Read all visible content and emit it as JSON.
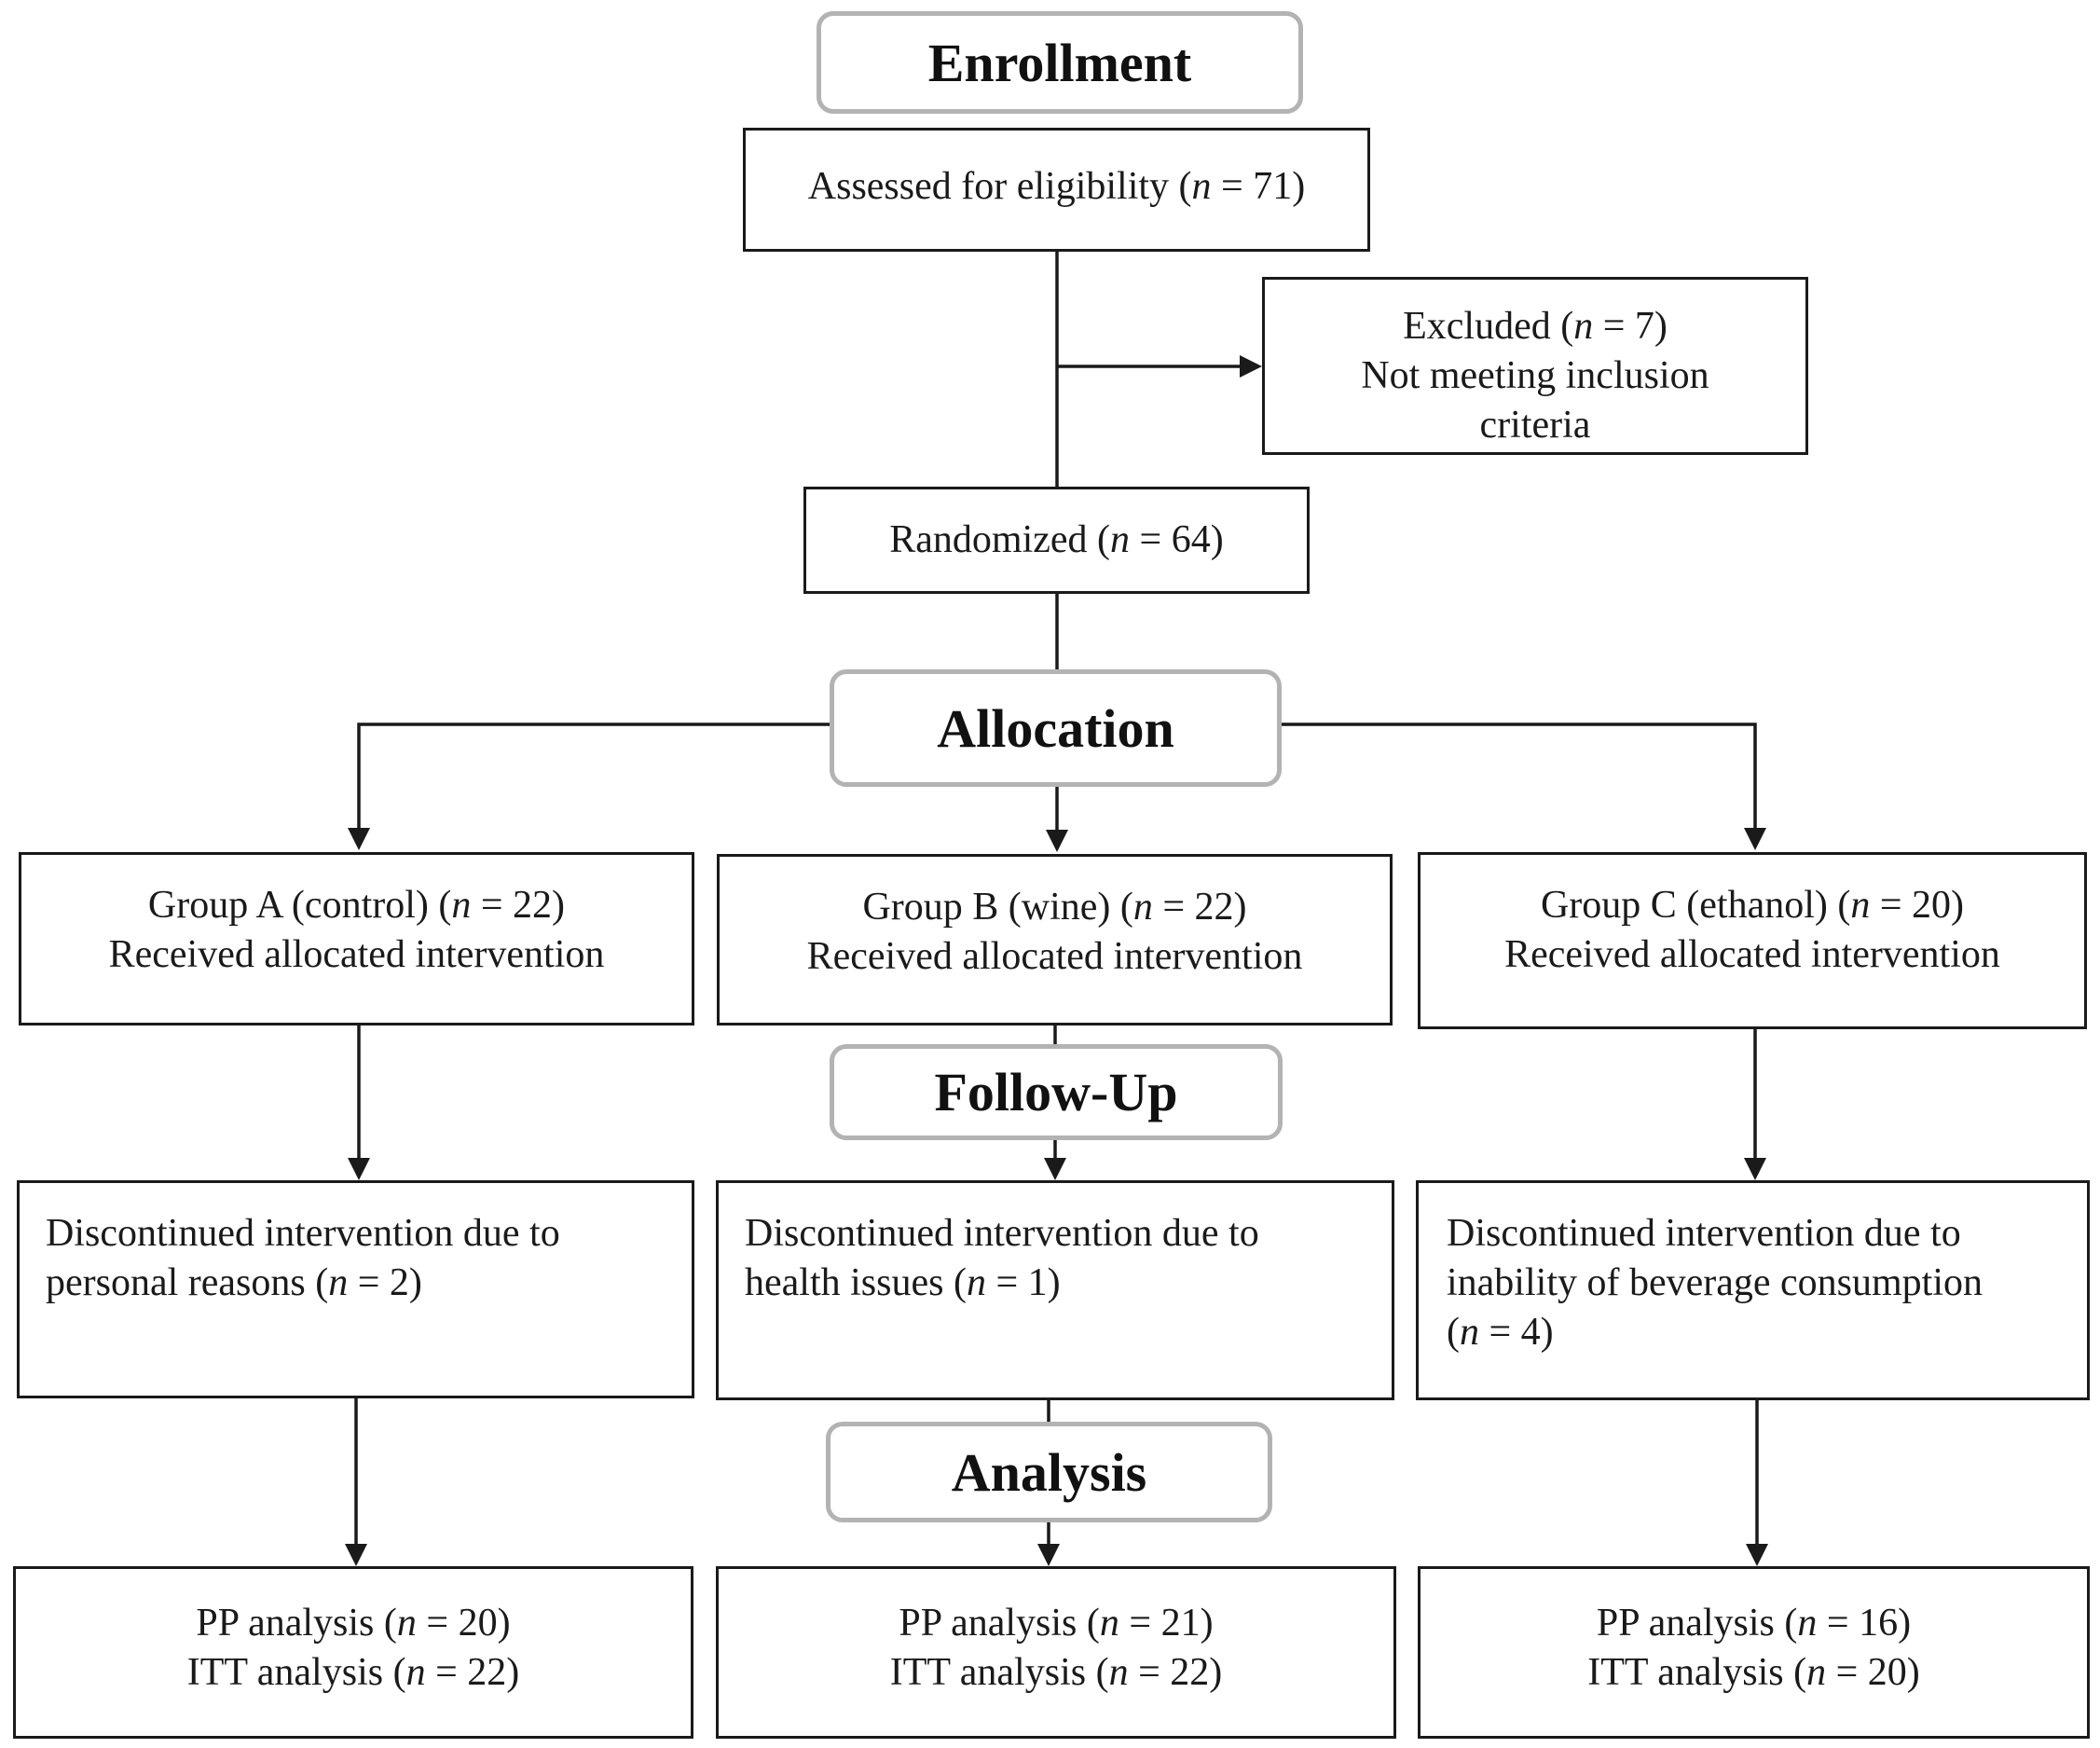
{
  "stages": {
    "enrollment": "Enrollment",
    "allocation": "Allocation",
    "follow_up": "Follow-Up",
    "analysis": "Analysis"
  },
  "assessed": {
    "label": "Assessed for eligibility (",
    "var": "n",
    "value": " = 71)"
  },
  "excluded": {
    "label": "Excluded (",
    "var": "n",
    "value": " = 7)",
    "reason_line1": "Not meeting inclusion",
    "reason_line2": "criteria"
  },
  "randomized": {
    "label": "Randomized (",
    "var": "n",
    "value": " = 64)"
  },
  "groups": [
    {
      "allocation": {
        "label": "Group A (control) (",
        "var": "n",
        "value": " = 22)",
        "received": "Received allocated intervention"
      },
      "followup": {
        "line1": "Discontinued intervention due to",
        "line2_pre": "personal reasons (",
        "var": "n",
        "line2_post": " = 2)",
        "line3_pre": "",
        "line3_post": ""
      },
      "analysis": {
        "pp_label": "PP analysis (",
        "pp_var": "n",
        "pp_value": " = 20)",
        "itt_label": "ITT analysis (",
        "itt_var": "n",
        "itt_value": " = 22)"
      }
    },
    {
      "allocation": {
        "label": "Group B (wine) (",
        "var": "n",
        "value": " = 22)",
        "received": "Received allocated intervention"
      },
      "followup": {
        "line1": "Discontinued intervention due to",
        "line2_pre": "health issues (",
        "var": "n",
        "line2_post": " = 1)",
        "line3_pre": "",
        "line3_post": ""
      },
      "analysis": {
        "pp_label": "PP analysis (",
        "pp_var": "n",
        "pp_value": " = 21)",
        "itt_label": "ITT analysis (",
        "itt_var": "n",
        "itt_value": " = 22)"
      }
    },
    {
      "allocation": {
        "label": "Group C (ethanol) (",
        "var": "n",
        "value": " = 20)",
        "received": "Received allocated intervention"
      },
      "followup": {
        "line1": "Discontinued intervention due to",
        "line2_pre": "inability of beverage consumption",
        "var": "n",
        "line2_post": " = 4)",
        "line3_pre": "(",
        "line3_post": ""
      },
      "analysis": {
        "pp_label": "PP analysis (",
        "pp_var": "n",
        "pp_value": " = 16)",
        "itt_label": "ITT analysis (",
        "itt_var": "n",
        "itt_value": " = 20)"
      }
    }
  ],
  "colors": {
    "stroke": "#1a1a1a",
    "stage_border": "#b3b3b3",
    "background": "#ffffff"
  }
}
